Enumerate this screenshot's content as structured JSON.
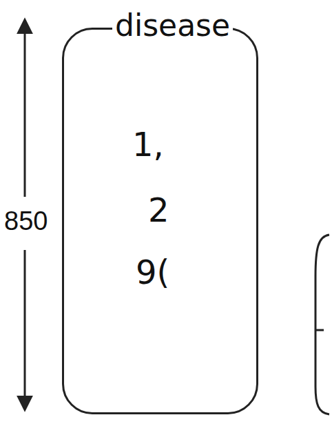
{
  "diagram": {
    "nodes": [
      {
        "text": [
          "disease",
          "1,",
          "2",
          "9("
        ]
      }
    ],
    "labels": [
      "850"
    ]
  }
}
